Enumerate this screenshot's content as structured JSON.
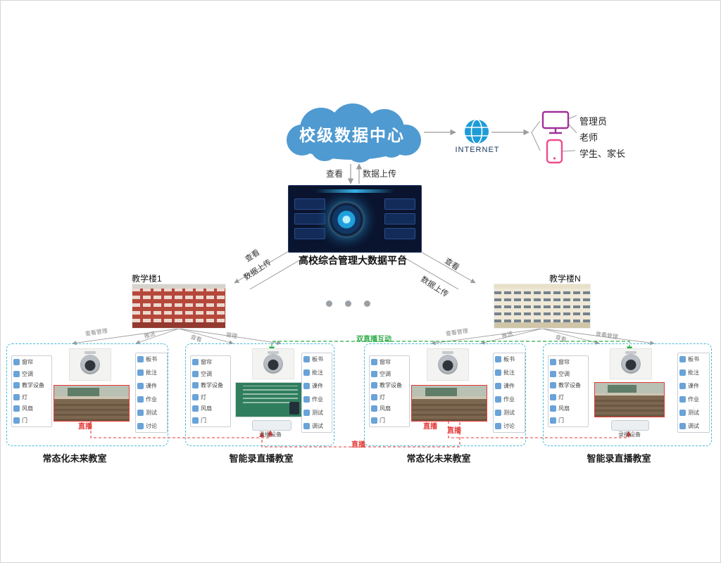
{
  "colors": {
    "cloud": "#4f9ad1",
    "internet": "#1e9cd7",
    "monitor_icon": "#a0309a",
    "phone_icon": "#ef4d8e",
    "group_border": "#44b8d8",
    "live_accent": "#e53935",
    "dual_live_accent": "#2eac46"
  },
  "top": {
    "cloud_label": "校级数据中心",
    "internet_label": "INTERNET",
    "roles": [
      "管理员",
      "老师",
      "学生、家长"
    ]
  },
  "links": {
    "view": "查看",
    "upload": "数据上传",
    "view_manage": "查看管理",
    "push": "推送",
    "manage": "管理",
    "dual_live": "双直播互动",
    "live": "直播"
  },
  "platform": {
    "label": "高校综合管理大数据平台"
  },
  "buildings": [
    {
      "label": "教学楼1"
    },
    {
      "label": "教学楼N"
    }
  ],
  "classrooms": [
    {
      "label": "常态化未来教室",
      "type": "normal",
      "control_panel": [
        "窗帘",
        "空调",
        "教学设备",
        "灯",
        "风扇",
        "门"
      ],
      "function_panel": [
        "板书",
        "批注",
        "课件",
        "作业",
        "测试",
        "讨论"
      ]
    },
    {
      "label": "智能录直播教室",
      "type": "recording",
      "control_panel": [
        "窗帘",
        "空调",
        "教学设备",
        "灯",
        "风扇",
        "门"
      ],
      "function_panel": [
        "板书",
        "批注",
        "课件",
        "作业",
        "测试",
        "调试"
      ],
      "device_label": "录播设备"
    },
    {
      "label": "常态化未来教室",
      "type": "normal",
      "control_panel": [
        "窗帘",
        "空调",
        "教学设备",
        "灯",
        "风扇",
        "门"
      ],
      "function_panel": [
        "板书",
        "批注",
        "课件",
        "作业",
        "测试",
        "讨论"
      ]
    },
    {
      "label": "智能录直播教室",
      "type": "recording",
      "control_panel": [
        "窗帘",
        "空调",
        "教学设备",
        "灯",
        "风扇",
        "门"
      ],
      "function_panel": [
        "板书",
        "批注",
        "课件",
        "作业",
        "测试",
        "调试"
      ],
      "device_label": "录播设备"
    }
  ]
}
